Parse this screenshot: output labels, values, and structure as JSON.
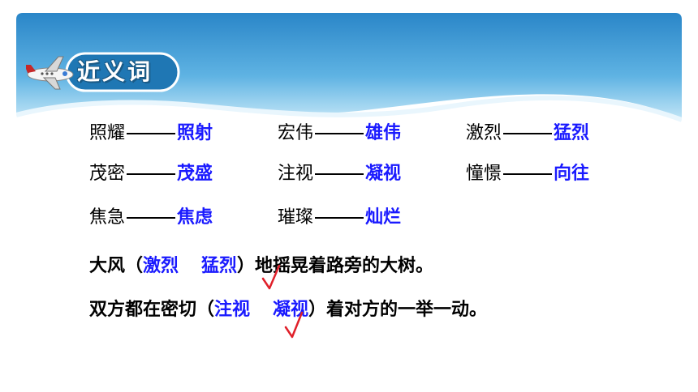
{
  "section_title": "近义词",
  "pairs": [
    {
      "word": "照耀",
      "answer": "照射"
    },
    {
      "word": "宏伟",
      "answer": "雄伟"
    },
    {
      "word": "激烈",
      "answer": "猛烈"
    },
    {
      "word": "茂密",
      "answer": "茂盛"
    },
    {
      "word": "注视",
      "answer": "凝视"
    },
    {
      "word": "憧憬",
      "answer": "向往"
    },
    {
      "word": "焦急",
      "answer": "焦虑"
    },
    {
      "word": "璀璨",
      "answer": "灿烂"
    }
  ],
  "sentence1": {
    "before": "大风（",
    "opt1": "激烈",
    "opt2": "猛烈",
    "after": "）地摇晃着路旁的大树。"
  },
  "sentence2": {
    "before": "双方都在密切（",
    "opt1": "注视",
    "opt2": "凝视",
    "after": "）着对方的一举一动。"
  },
  "colors": {
    "answer": "#1a1aff",
    "check": "#e0202a",
    "banner_top": "#2b8fd0",
    "banner_bottom": "#bfe4f6"
  }
}
